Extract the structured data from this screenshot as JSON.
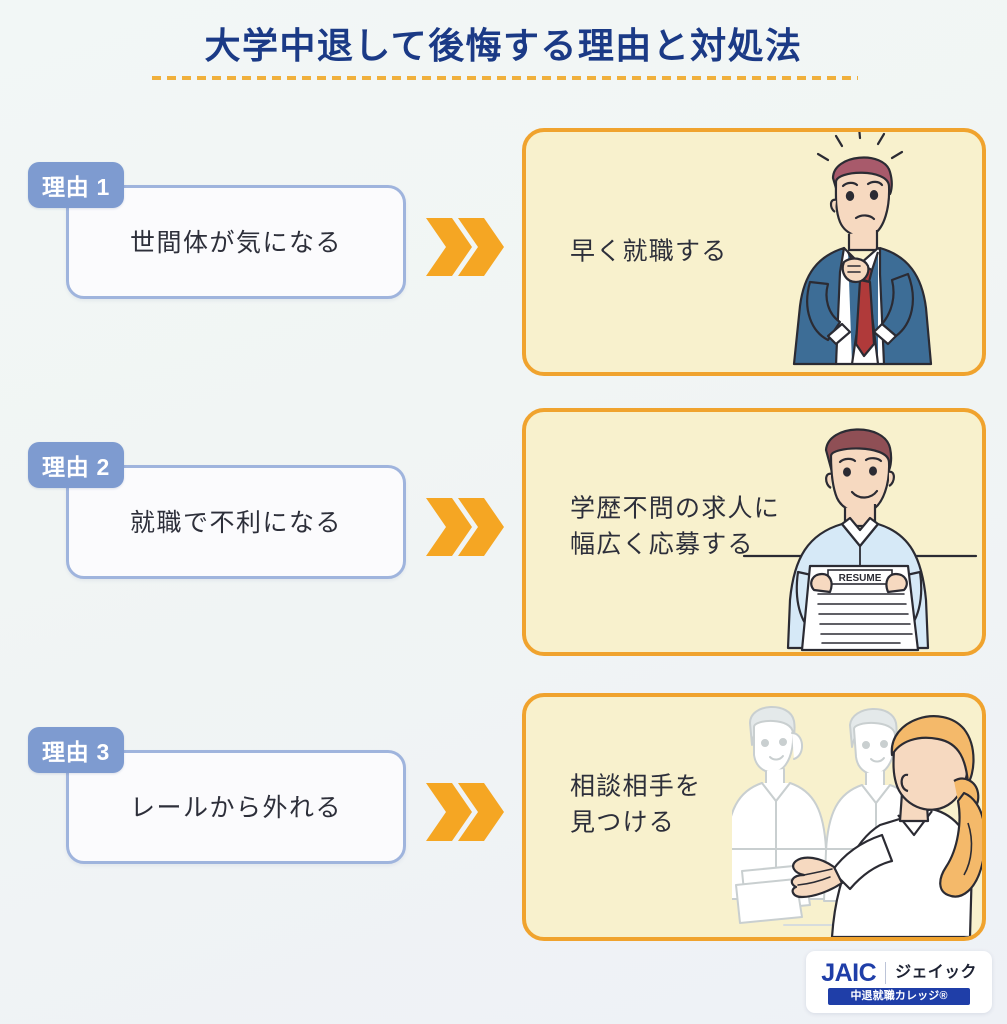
{
  "page": {
    "title": "大学中退して後悔する理由と対処法",
    "background_color": "#f1f5f4",
    "title_color": "#1b3a86",
    "underline_color": "#f0b03c"
  },
  "colors": {
    "reason_badge": "#7e9bd0",
    "reason_border": "#9fb4dd",
    "solution_border": "#f0a32e",
    "solution_fill": "#f8f1cd",
    "arrow": "#f5a623",
    "text": "#2d2f3a"
  },
  "rows": [
    {
      "badge": "理由 1",
      "reason": "世間体が気になる",
      "arrow_icon": "double-chevron-right-icon",
      "solution": "早く就職する",
      "illustration": "man-adjusting-necktie-illustration"
    },
    {
      "badge": "理由 2",
      "reason": "就職で不利になる",
      "arrow_icon": "double-chevron-right-icon",
      "solution": "学歴不問の求人に\n幅広く応募する",
      "illustration": "man-holding-resume-illustration"
    },
    {
      "badge": "理由 3",
      "reason": "レールから外れる",
      "arrow_icon": "double-chevron-right-icon",
      "solution": "相談相手を\n見つける",
      "illustration": "job-interview-consultation-illustration"
    }
  ],
  "logo": {
    "brand": "JAIC",
    "brand_kana": "ジェイック",
    "banner": "中退就職カレッジ®"
  }
}
